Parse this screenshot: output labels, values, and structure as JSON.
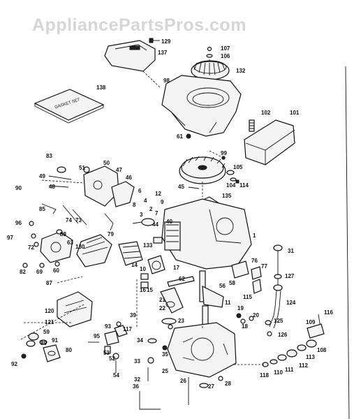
{
  "watermark": "AppliancePartsPros.com",
  "gasket_set_text": "GASKET SET",
  "part_labels": [
    "129",
    "137",
    "107",
    "106",
    "132",
    "138",
    "98",
    "102",
    "101",
    "61",
    "99",
    "83",
    "51",
    "50",
    "47",
    "49",
    "48",
    "46",
    "45",
    "105",
    "104",
    "114",
    "90",
    "135",
    "85",
    "74",
    "73",
    "96",
    "88",
    "97",
    "72",
    "63",
    "82",
    "130",
    "69",
    "60",
    "87",
    "79",
    "40",
    "133",
    "1",
    "31",
    "76",
    "127",
    "77",
    "17",
    "62",
    "56",
    "58",
    "115",
    "124",
    "19",
    "18",
    "125",
    "20",
    "21",
    "22",
    "23",
    "10",
    "11",
    "16",
    "15",
    "120",
    "121",
    "93",
    "59",
    "117",
    "52",
    "53",
    "54",
    "89",
    "91",
    "92",
    "80",
    "95",
    "116",
    "109",
    "108",
    "113",
    "112",
    "111",
    "110",
    "118",
    "34",
    "32",
    "33",
    "36",
    "35",
    "25",
    "26",
    "27",
    "28",
    "126",
    "39",
    "14",
    "6",
    "4",
    "2",
    "8",
    "12",
    "9",
    "3",
    "7",
    "44"
  ]
}
